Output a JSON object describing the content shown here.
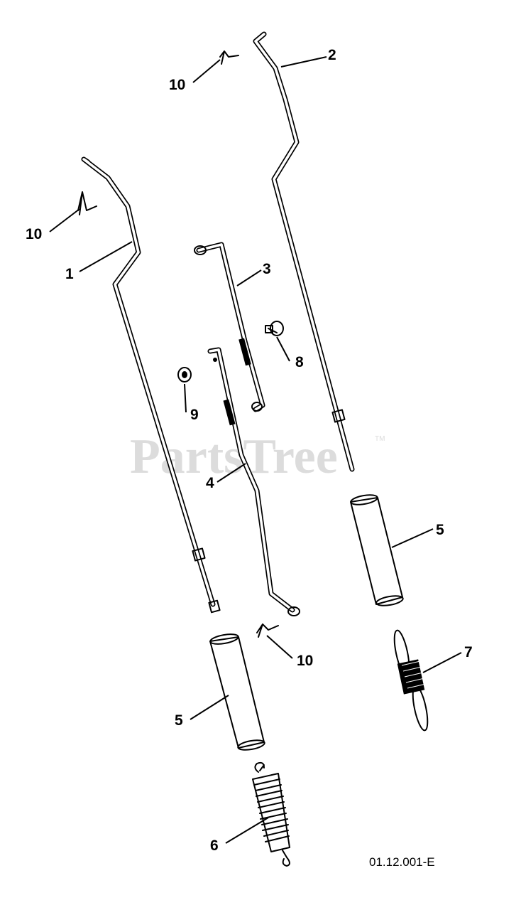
{
  "watermark": {
    "text": "PartsTree",
    "tm": "TM"
  },
  "diagram_code": "01.12.001-E",
  "callouts": {
    "c1": "1",
    "c2": "2",
    "c3": "3",
    "c4": "4",
    "c5a": "5",
    "c5b": "5",
    "c6": "6",
    "c7": "7",
    "c8": "8",
    "c9": "9",
    "c10a": "10",
    "c10b": "10",
    "c10c": "10"
  }
}
